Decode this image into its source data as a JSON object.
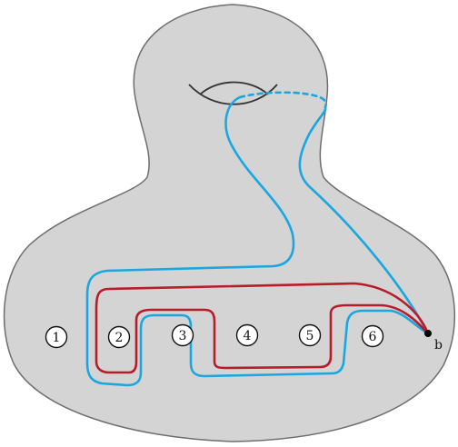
{
  "diagram": {
    "colors": {
      "surface_fill": "#d4d4d4",
      "surface_stroke": "#6e6e6e",
      "blue_curve": "#1aa7e0",
      "red_curve": "#b71c2b",
      "node_fill": "#ffffff",
      "node_stroke": "#111111",
      "basepoint": "#000000"
    },
    "punctures": [
      {
        "id": "p1",
        "label": "1"
      },
      {
        "id": "p2",
        "label": "2"
      },
      {
        "id": "p3",
        "label": "3"
      },
      {
        "id": "p4",
        "label": "4"
      },
      {
        "id": "p5",
        "label": "5"
      },
      {
        "id": "p6",
        "label": "6"
      }
    ],
    "basepoint_label": "b"
  }
}
